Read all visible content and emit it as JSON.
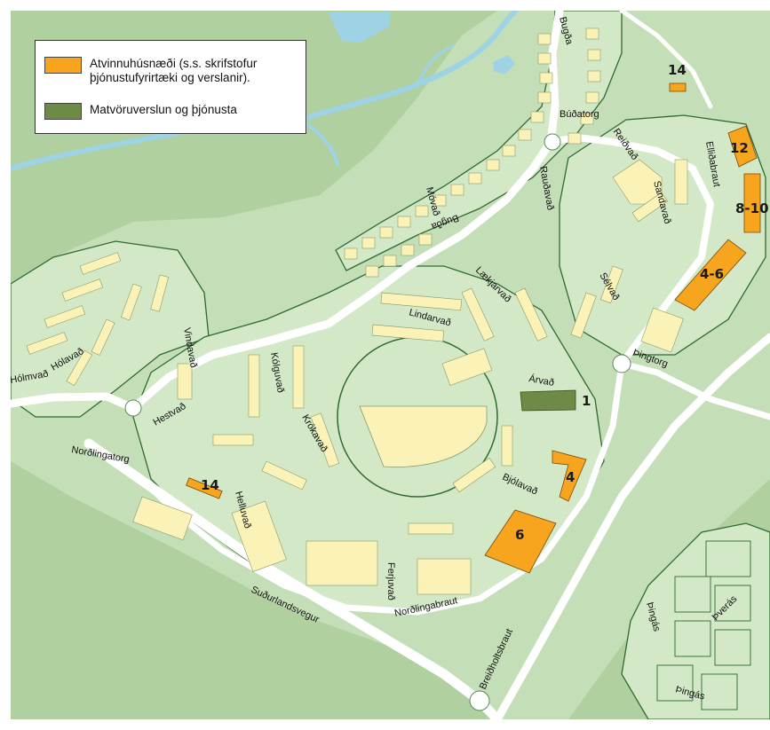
{
  "colors": {
    "land": "#c4dfb7",
    "forest": "#b0d0a0",
    "plot": "#d2e8c6",
    "block_outline": "#2f6a32",
    "road": "#ffffff",
    "water": "#9ed3e6",
    "building": "#fbf2b8",
    "commercial": "#f7a51e",
    "grocery": "#6e8a47"
  },
  "legend": {
    "items": [
      {
        "label": "Atvinnuhúsnæði (s.s. skrifstofur þjónustufyrirtæki og verslanir).",
        "color": "#f7a51e"
      },
      {
        "label": "Matvöruverslun og þjónusta",
        "color": "#6e8a47"
      }
    ]
  },
  "lots": [
    "14",
    "12",
    "8-10",
    "4-6",
    "1",
    "4",
    "6",
    "14"
  ],
  "streets": [
    "Bugða",
    "Búðatorg",
    "Elliðabraut",
    "Reiðvað",
    "Rauðavað",
    "Sandavað",
    "Móvað",
    "Bugða",
    "Lækjarvað",
    "Sélvað",
    "Lindarvað",
    "Hólavað",
    "Vindavað",
    "Kólguvað",
    "Hólmvað",
    "Hestvað",
    "Krókavað",
    "Árvað",
    "Bjólavað",
    "Helluvað",
    "Norðlingatorg",
    "Þingtorg",
    "Ferjuvað",
    "Norðlingabraut",
    "Suðurlandsvegur",
    "Breiðholtsbraut",
    "Þingás",
    "Þverás",
    "Þingás"
  ]
}
